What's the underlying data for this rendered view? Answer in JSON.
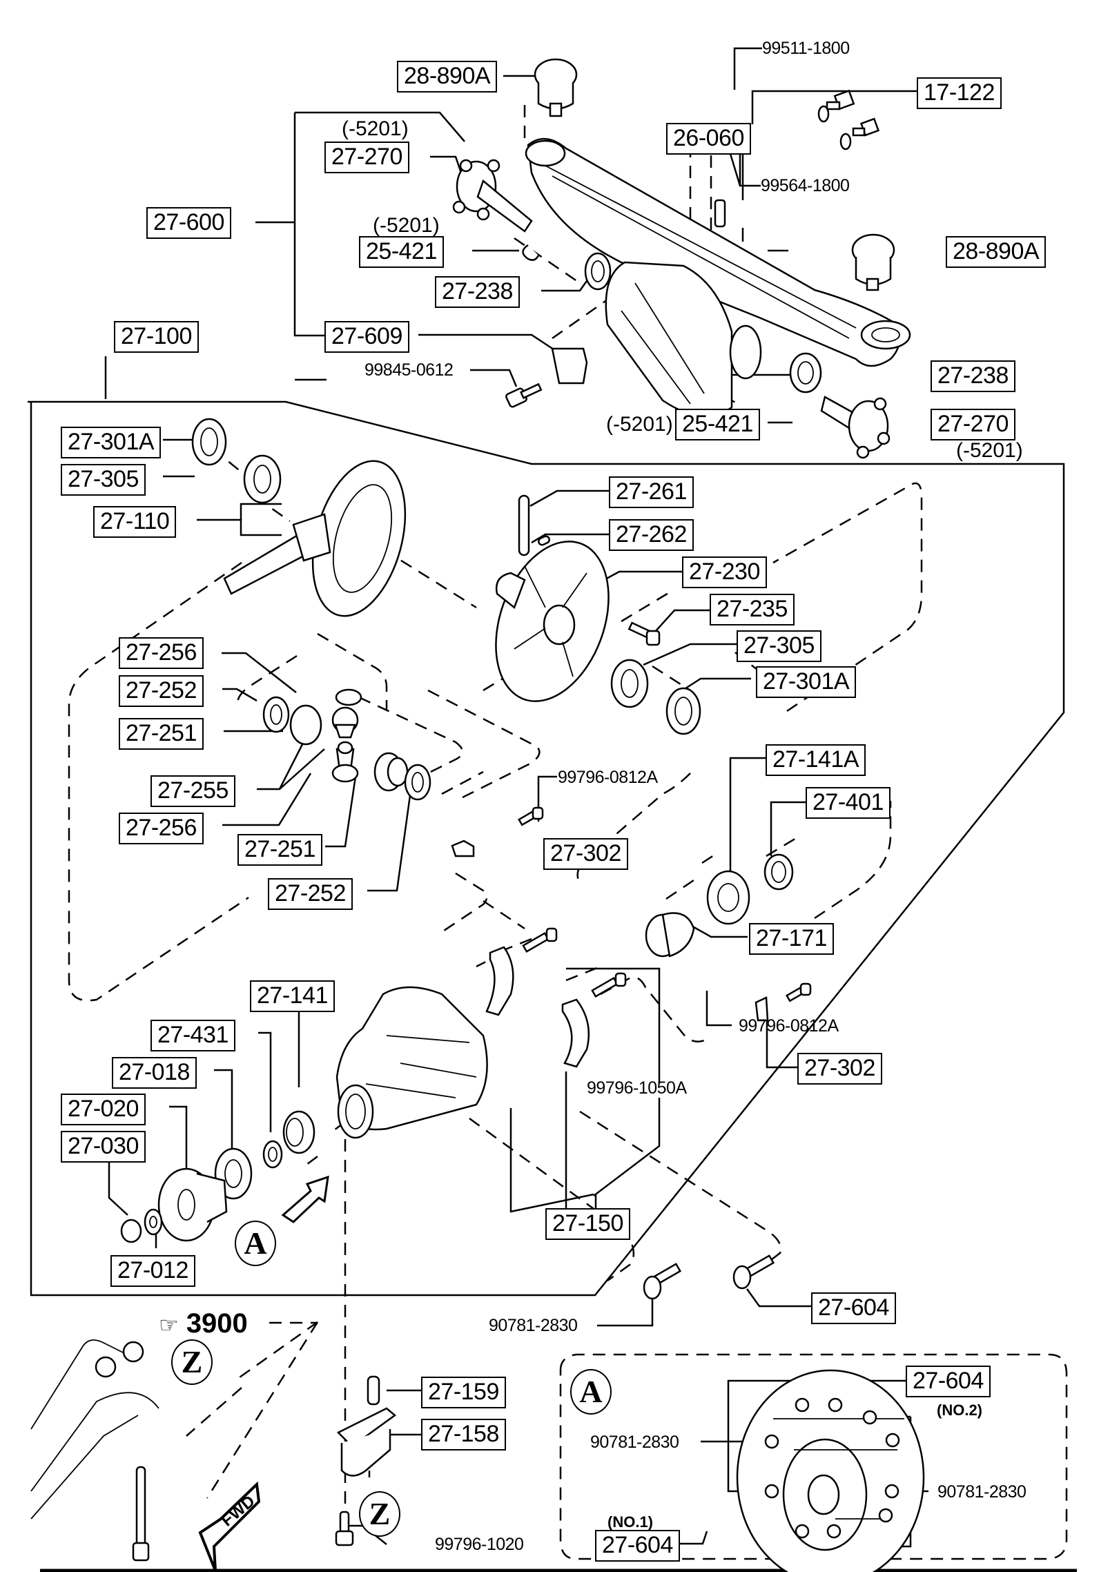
{
  "diagram": {
    "title": "Rear differential / crossmember exploded parts diagram",
    "labels": {
      "l_28890A_top": "28-890A",
      "l_99511": "99511-1800",
      "l_17122": "17-122",
      "l_99564": "99564-1800",
      "l_5201_a": "(-5201)",
      "l_27270_top": "27-270",
      "l_26060": "26-060",
      "l_27600": "27-600",
      "l_5201_b": "(-5201)",
      "l_25421_top": "25-421",
      "l_28890A_right": "28-890A",
      "l_27238_top": "27-238",
      "l_27100": "27-100",
      "l_27609": "27-609",
      "l_99845": "99845-0612",
      "l_27238_right": "27-238",
      "l_5201_c": "(-5201)",
      "l_25421_right": "25-421",
      "l_27270_right": "27-270",
      "l_5201_d": "(-5201)",
      "l_27301A_top": "27-301A",
      "l_27305_top": "27-305",
      "l_27110": "27-110",
      "l_27261": "27-261",
      "l_27262": "27-262",
      "l_27230": "27-230",
      "l_27235": "27-235",
      "l_27305_right": "27-305",
      "l_27301A_right": "27-301A",
      "l_27256_a": "27-256",
      "l_27252_a": "27-252",
      "l_27251_a": "27-251",
      "l_27255": "27-255",
      "l_27256_b": "27-256",
      "l_27251_b": "27-251",
      "l_27252_b": "27-252",
      "l_99796_0812A_a": "99796-0812A",
      "l_27302_a": "27-302",
      "l_27141A": "27-141A",
      "l_27401": "27-401",
      "l_27171": "27-171",
      "l_27141": "27-141",
      "l_27431": "27-431",
      "l_27018": "27-018",
      "l_27020": "27-020",
      "l_27030": "27-030",
      "l_27012": "27-012",
      "l_99796_0812A_b": "99796-0812A",
      "l_27302_b": "27-302",
      "l_99796_1050A": "99796-1050A",
      "l_27150": "27-150",
      "l_90781_a": "90781-2830",
      "l_27604_a": "27-604",
      "l_3900": "3900",
      "l_27159": "27-159",
      "l_27158": "27-158",
      "l_99796_1020": "99796-1020",
      "l_27604_no2": "27-604",
      "l_no2": "(NO.2)",
      "l_90781_b": "90781-2830",
      "l_90781_c": "90781-2830",
      "l_no1": "(NO.1)",
      "l_27604_no1": "27-604"
    },
    "callouts": {
      "view_a_main": "A",
      "view_a_inset": "A",
      "view_z_left": "Z",
      "view_z_right": "Z",
      "fwd": "FWD"
    },
    "icons": {
      "reference": "pointing-hand-icon",
      "view_arrow": "arrow-icon",
      "forward_arrow": "fwd-arrow-icon"
    }
  }
}
